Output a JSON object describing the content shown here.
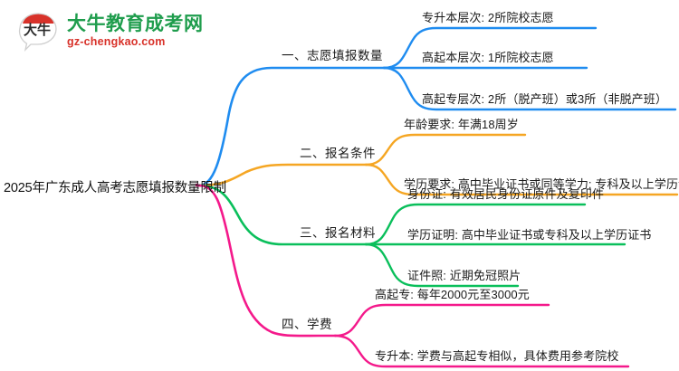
{
  "logo": {
    "mark_text": "大牛",
    "title": "大牛教育成考网",
    "subtitle": "gz-chengkao.com",
    "title_color": "#1f9d4d",
    "subtitle_color": "#d8322a"
  },
  "mindmap": {
    "root": {
      "label": "2025年广东成人高考志愿填报数量限制"
    },
    "colors": {
      "branch1": "#1f8cf0",
      "branch2": "#f5a623",
      "branch3": "#0abf5b",
      "branch4": "#f4198b"
    },
    "branches": [
      {
        "label": "一、志愿填报数量",
        "color": "#1f8cf0",
        "leaves": [
          {
            "label": "专升本层次: 2所院校志愿"
          },
          {
            "label": "高起本层次: 1所院校志愿"
          },
          {
            "label": "高起专层次: 2所（脱产班）或3所（非脱产班）"
          }
        ]
      },
      {
        "label": "二、报名条件",
        "color": "#f5a623",
        "leaves": [
          {
            "label": "年龄要求: 年满18周岁"
          },
          {
            "label": "学历要求: 高中毕业证书或同等学力; 专科及以上学历证书"
          }
        ]
      },
      {
        "label": "三、报名材料",
        "color": "#0abf5b",
        "leaves": [
          {
            "label": "身份证: 有效居民身份证原件及复印件"
          },
          {
            "label": "学历证明: 高中毕业证书或专科及以上学历证书"
          },
          {
            "label": "证件照: 近期免冠照片"
          }
        ]
      },
      {
        "label": "四、学费",
        "color": "#f4198b",
        "leaves": [
          {
            "label": "高起专: 每年2000元至3000元"
          },
          {
            "label": "专升本: 学费与高起专相似，具体费用参考院校"
          }
        ]
      }
    ]
  }
}
